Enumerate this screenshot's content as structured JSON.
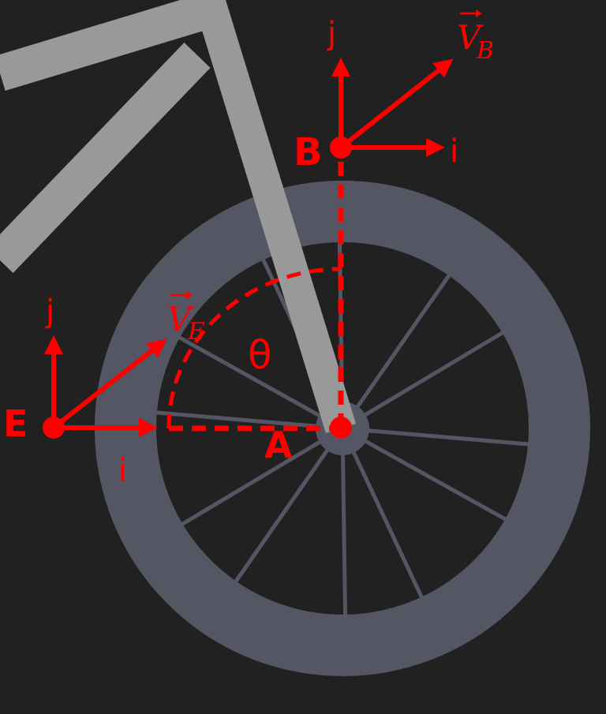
{
  "colors": {
    "background": "#212121",
    "frame": "#999999",
    "wheel": "#545663",
    "annotation": "#ff0000"
  },
  "labels": {
    "point_b": "B",
    "point_a": "A",
    "point_e": "E",
    "axis_j_b": "j",
    "axis_i_b": "i",
    "axis_j_e": "j",
    "axis_i_e": "i",
    "vel_b_letter": "V",
    "vel_b_sub": "B",
    "vel_e_letter": "V",
    "vel_e_sub": "E",
    "angle": "θ"
  },
  "wheel": {
    "spoke_count": 12
  }
}
